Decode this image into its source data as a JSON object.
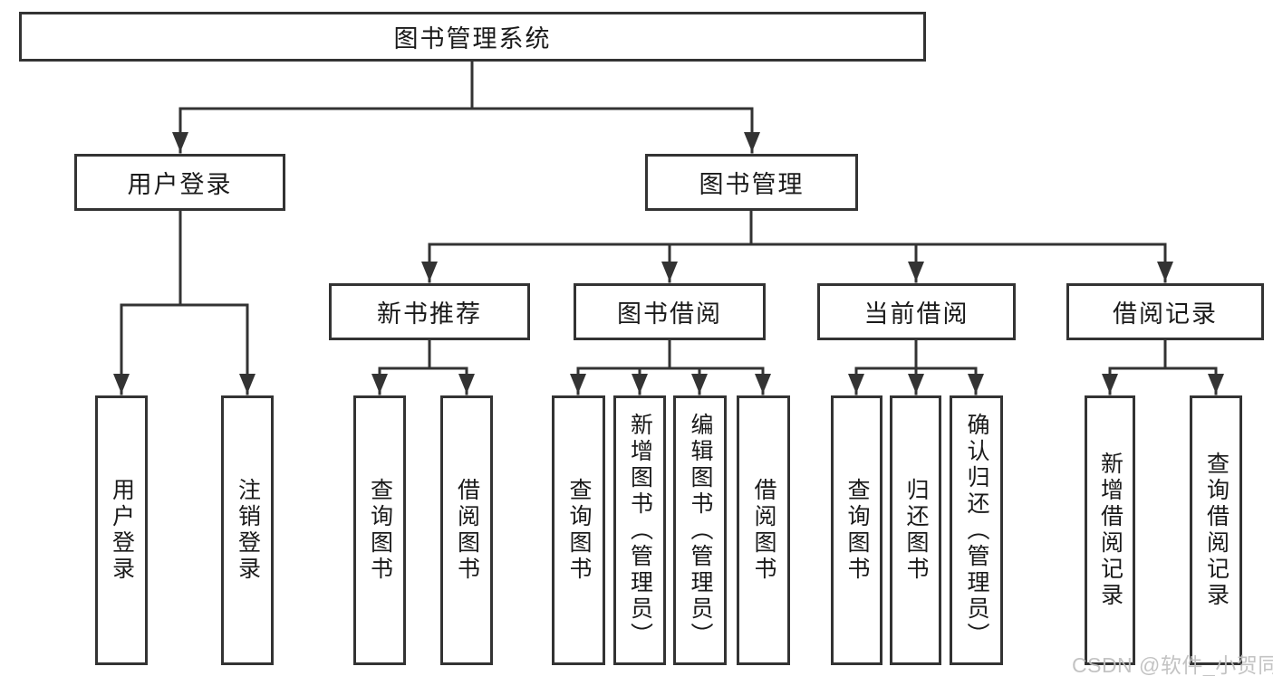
{
  "diagram": {
    "root": "图书管理系统",
    "groups": [
      {
        "label": "用户登录",
        "leaves": [
          "用户登录",
          "注销登录"
        ]
      },
      {
        "label": "图书管理",
        "subgroups": [
          {
            "label": "新书推荐",
            "leaves": [
              "查询图书",
              "借阅图书"
            ]
          },
          {
            "label": "图书借阅",
            "leaves": [
              "查询图书",
              "新增图书（管理员）",
              "编辑图书（管理员）",
              "借阅图书"
            ]
          },
          {
            "label": "当前借阅",
            "leaves": [
              "查询图书",
              "归还图书",
              "确认归还（管理员）"
            ]
          },
          {
            "label": "借阅记录",
            "leaves": [
              "新增借阅记录",
              "查询借阅记录"
            ]
          }
        ]
      }
    ]
  },
  "watermark": {
    "text": "CSDN @软件_小贺同学"
  },
  "colors": {
    "line": "#333333",
    "text": "#1a1a1a",
    "watermark": "#bebebe",
    "background": "#ffffff"
  }
}
